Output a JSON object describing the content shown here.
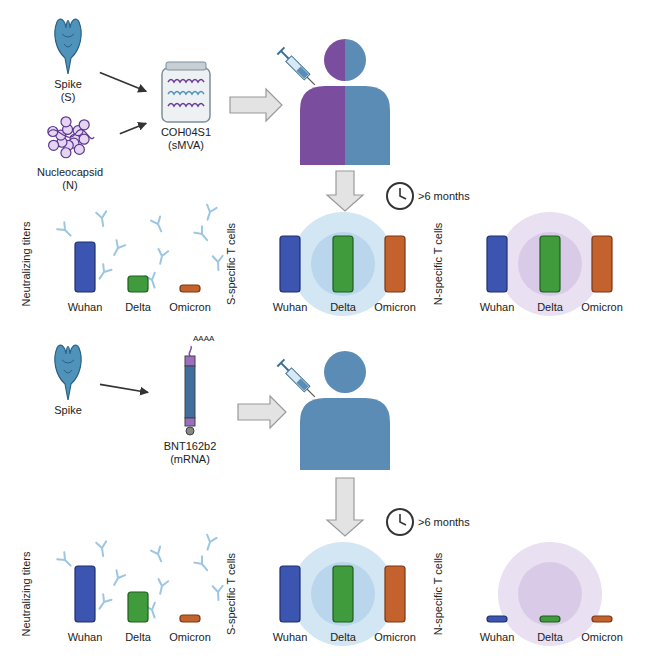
{
  "diagram": {
    "nodes": [
      {
        "text": [
          "Spike (S)"
        ]
      },
      {
        "text": [
          "Nucleocapsid (N)"
        ]
      },
      {
        "text": [
          "COH04S1 (sMVA)"
        ]
      },
      {
        "text": [
          "Spike"
        ]
      },
      {
        "text": [
          "BNT162b2 (mRNA)"
        ]
      }
    ],
    "edges": [
      {
        "from": 0,
        "to": 2,
        "arrow": "to"
      },
      {
        "from": 1,
        "to": 2,
        "arrow": "to"
      },
      {
        "from": 3,
        "to": 4,
        "arrow": "to"
      }
    ],
    "labels": [
      ">6 months",
      "Neutralizing titers",
      "Wuhan",
      "Delta",
      "Omicron",
      "S-specific T cells",
      "Wuhan",
      "Delta",
      "Omicron",
      "N-specific T cells",
      "Wuhan",
      "Delta",
      "Omicron",
      "AAAA",
      ">6 months",
      "Neutralizing titers",
      "Wuhan",
      "Delta",
      "Omicron",
      "S-specific T cells",
      "Wuhan",
      "Delta",
      "Omicron",
      "N-specific T cells",
      "Wuhan",
      "Delta",
      "Omicron"
    ]
  }
}
